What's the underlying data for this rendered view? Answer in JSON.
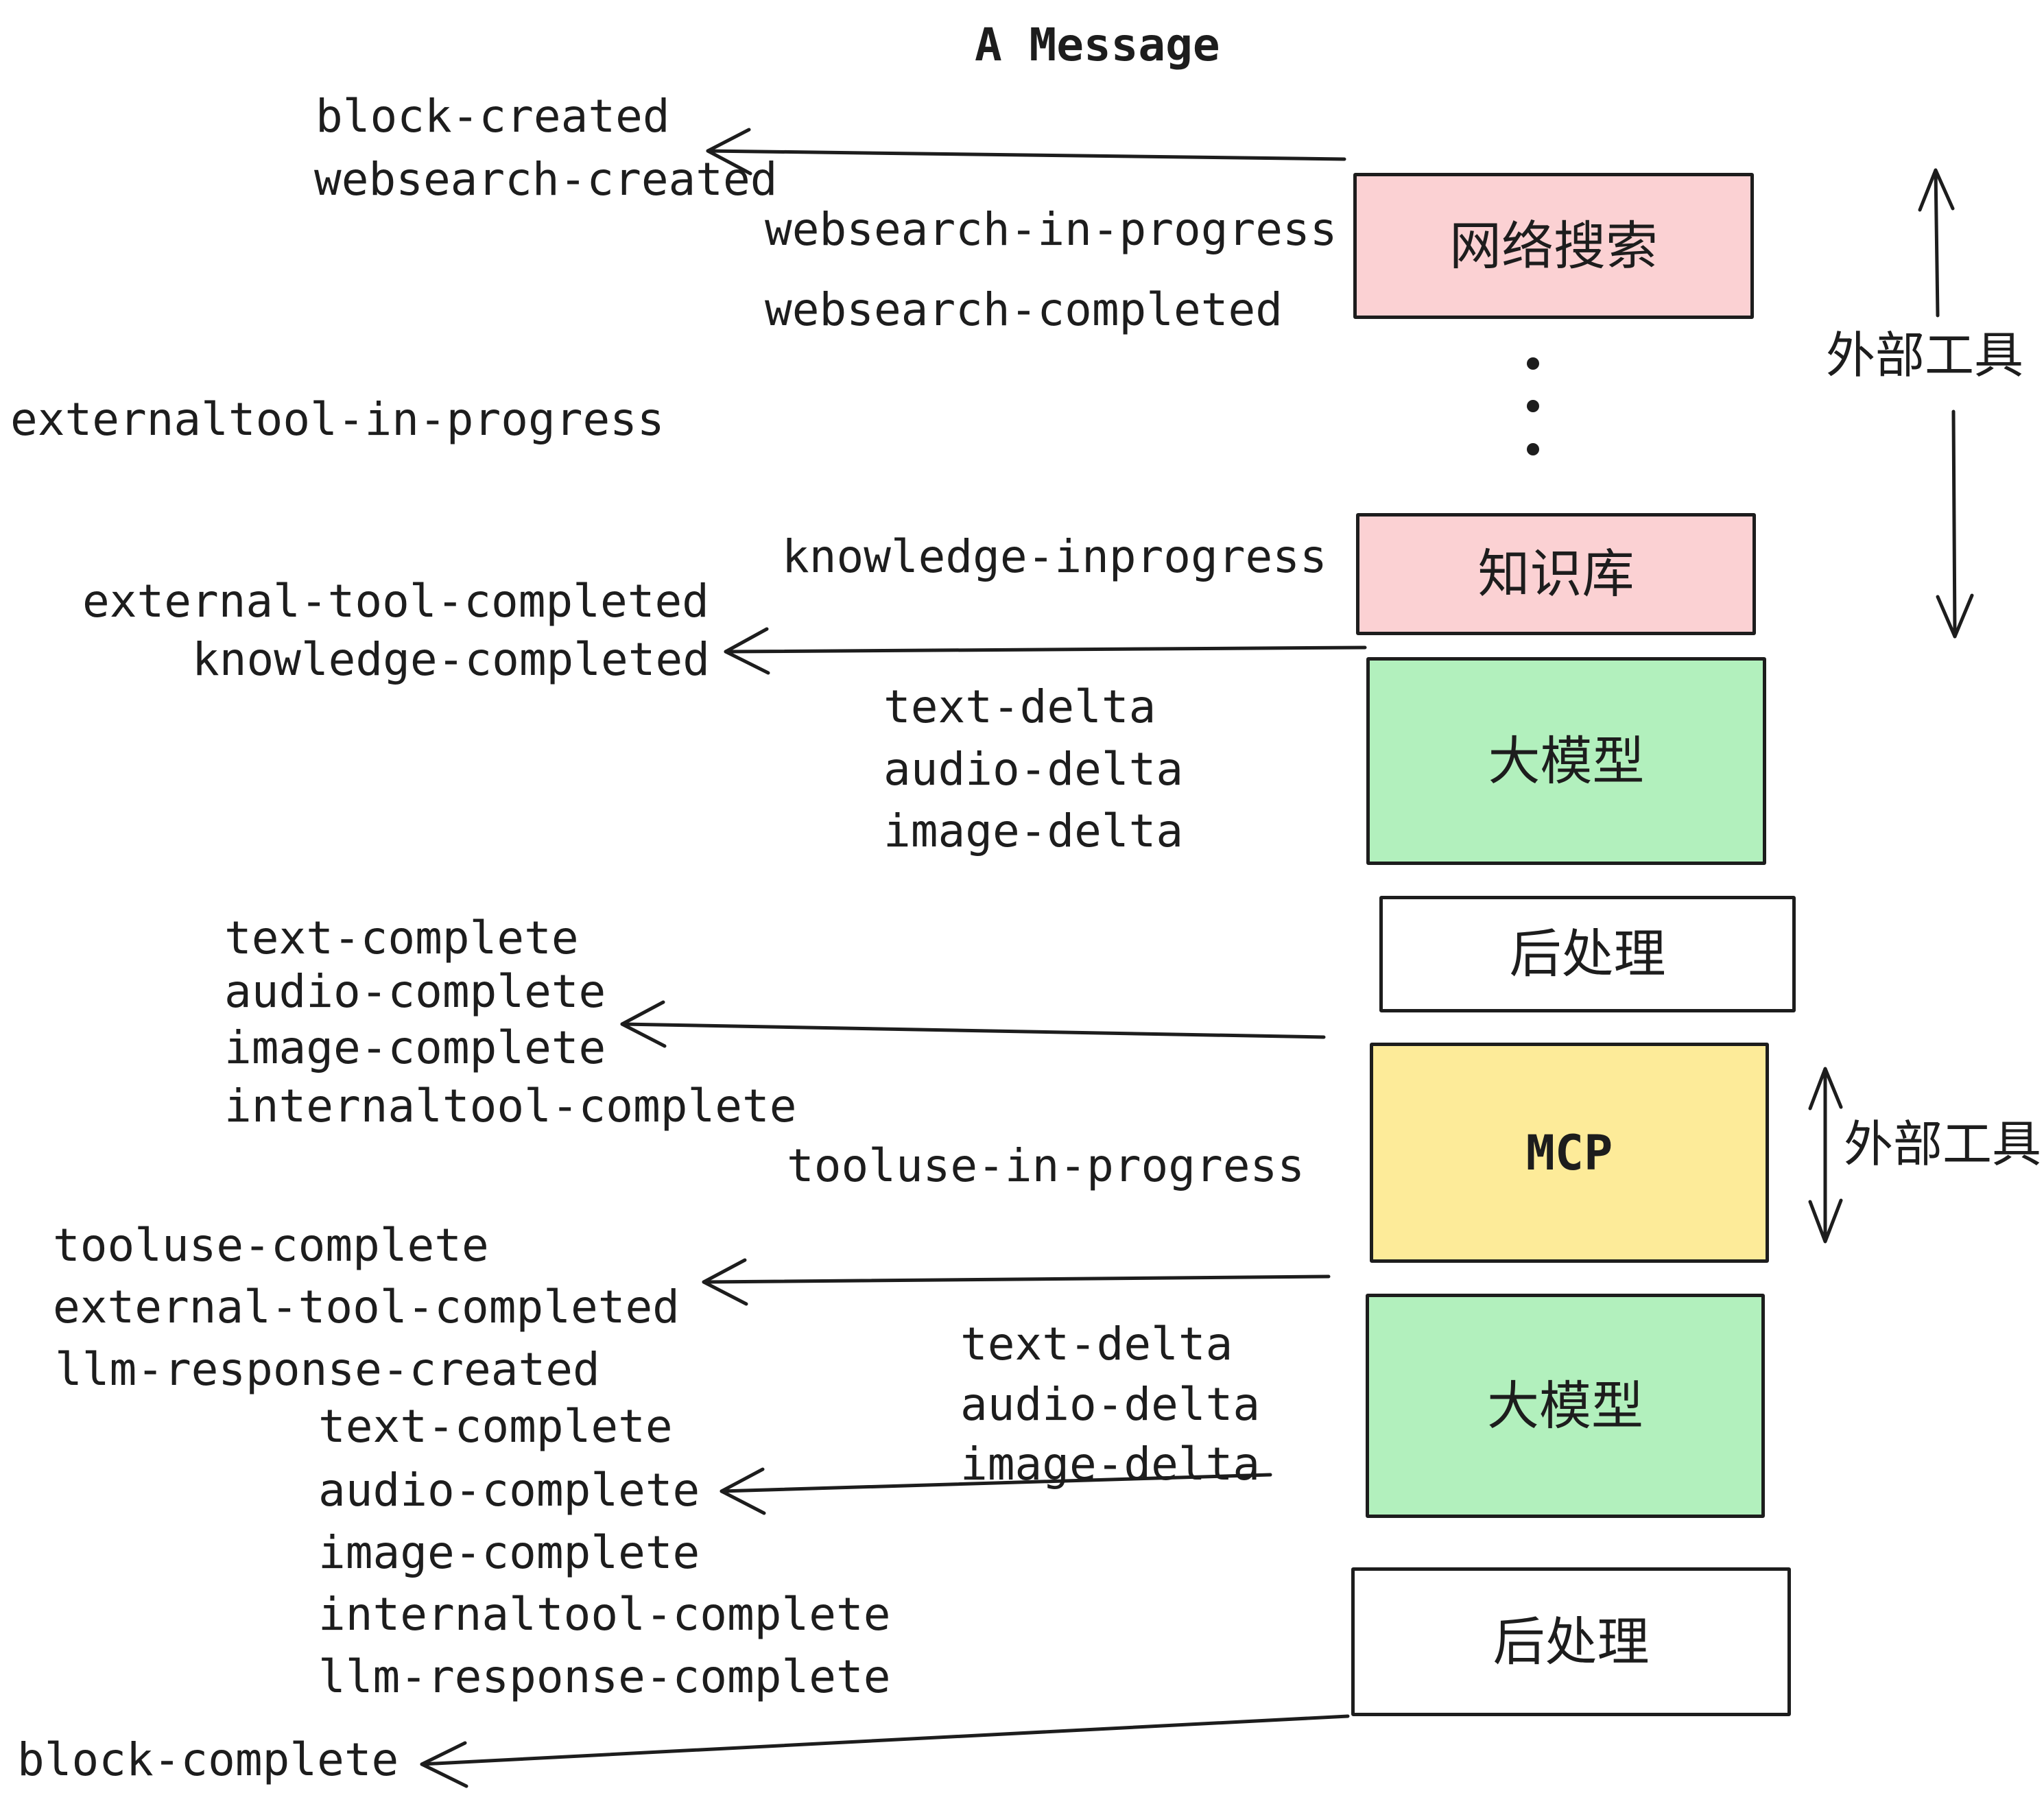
{
  "title": "A Message",
  "colors": {
    "pink": "#fbd1d3",
    "green": "#b2f0bd",
    "yellow": "#fdeb99",
    "white": "#ffffff",
    "ink": "#1d1d1d",
    "background": "#ffffff"
  },
  "boxes": {
    "websearch": "网络搜索",
    "knowledge": "知识库",
    "llm_1": "大模型",
    "post_1": "后处理",
    "mcp": "MCP",
    "llm_2": "大模型",
    "post_2": "后处理"
  },
  "side_labels": {
    "external_tools_top": "外部工具",
    "external_tools_mcp": "外部工具"
  },
  "events": {
    "block_created": "block-created",
    "websearch_created": "websearch-created",
    "websearch_in_progress": "websearch-in-progress",
    "websearch_completed": "websearch-completed",
    "externaltool_in_progress": "externaltool-in-progress",
    "external_tool_completed": "external-tool-completed",
    "knowledge_completed": "knowledge-completed",
    "knowledge_inprogress": "knowledge-inprogress",
    "text_delta_1": "text-delta",
    "audio_delta_1": "audio-delta",
    "image_delta_1": "image-delta",
    "text_complete_1": "text-complete",
    "audio_complete_1": "audio-complete",
    "image_complete_1": "image-complete",
    "internaltool_complete_1": "internaltool-complete",
    "tooluse_in_progress": "tooluse-in-progress",
    "tooluse_complete": "tooluse-complete",
    "external_tool_completed_2": "external-tool-completed",
    "llm_response_created": "llm-response-created",
    "text_delta_2": "text-delta",
    "audio_delta_2": "audio-delta",
    "image_delta_2": "image-delta",
    "text_complete_2": "text-complete",
    "audio_complete_2": "audio-complete",
    "image_complete_2": "image-complete",
    "internaltool_complete_2": "internaltool-complete",
    "llm_response_complete": "llm-response-complete",
    "block_complete": "block-complete"
  }
}
